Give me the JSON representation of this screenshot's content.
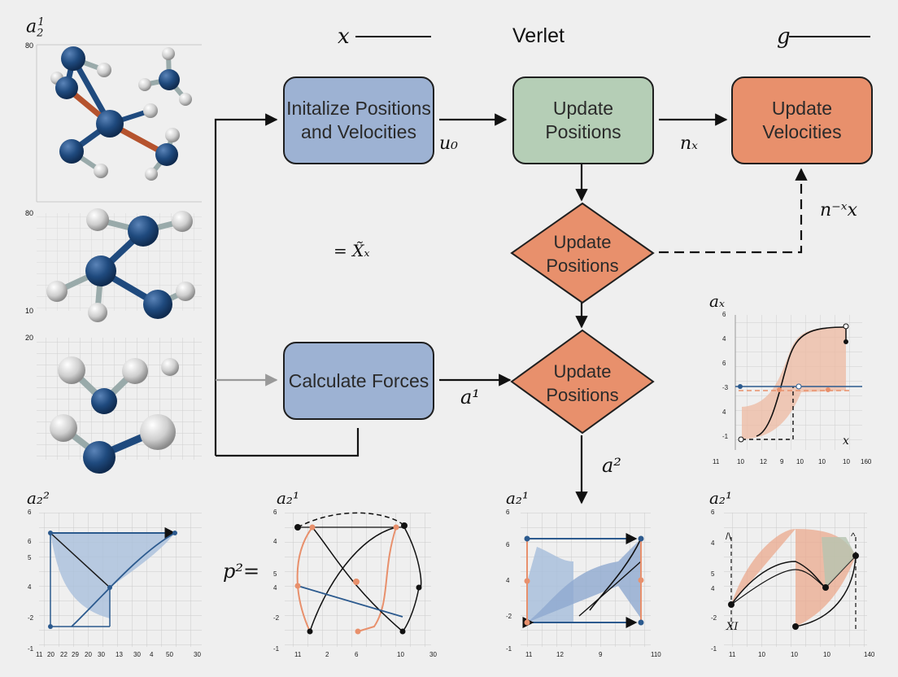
{
  "header": {
    "corner_label": "a",
    "corner_sub": "2",
    "corner_sup": "1",
    "top_left_var": "x",
    "title": "Verlet",
    "top_right_var": "g"
  },
  "flow": {
    "init_box": "Initalize Positions and Velocities",
    "update_positions_box": "Update Positions",
    "update_velocities_box": "Update Velocities",
    "diamond_1": "Update Positions",
    "diamond_2": "Update Positions",
    "calc_forces_box": "Calculate Forces"
  },
  "arrow_labels": {
    "u0": "u₀",
    "nx": "nₓ",
    "n_x": "n⁻ˣx",
    "middle_eq": "= X̃ₓ",
    "a1": "a¹",
    "a2": "a²",
    "p2": "p²="
  },
  "molecule_panels": {
    "panel1_tick": "80",
    "panel2_tick_top": "80",
    "panel2_tick_bottom": "10",
    "panel3_tick": "20"
  },
  "right_plot": {
    "title": "aₓ",
    "y_ticks": [
      "6",
      "4",
      "6",
      "-3",
      "4",
      "-1"
    ],
    "x_ticks": [
      "11",
      "10",
      "12",
      "9",
      "10",
      "10",
      "10",
      "160"
    ],
    "x_label": "x"
  },
  "bottom_plots": [
    {
      "title": "a₂²",
      "y_ticks": [
        "6",
        "6",
        "5",
        "4",
        "-2",
        "-1"
      ],
      "x_ticks": [
        "11",
        "20",
        "22",
        "29",
        "20",
        "30",
        "13",
        "30",
        "4",
        "50",
        "30"
      ]
    },
    {
      "title": "a₂¹",
      "y_ticks": [
        "6",
        "4",
        "5",
        "4",
        "-2",
        "-1"
      ],
      "x_ticks": [
        "11",
        "2",
        "6",
        "10",
        "30"
      ]
    },
    {
      "title": "a₂¹",
      "y_ticks": [
        "6",
        "6",
        "4",
        "-2",
        "-1"
      ],
      "x_ticks": [
        "11",
        "12",
        "9",
        "110"
      ]
    },
    {
      "title": "a₂¹",
      "y_ticks": [
        "6",
        "4",
        "5",
        "4",
        "-2",
        "-1"
      ],
      "x_ticks": [
        "11",
        "10",
        "10",
        "10",
        "140"
      ],
      "x_label": "XI",
      "sym1": "/\\",
      "sym2": "^"
    }
  ],
  "colors": {
    "blue_box": "#9db2d3",
    "green_box": "#b5ceb6",
    "orange": "#e8906c",
    "atom_blue": "#1f4a7e",
    "bond_orange": "#b5532e",
    "line_blue": "#2c5a8e"
  }
}
